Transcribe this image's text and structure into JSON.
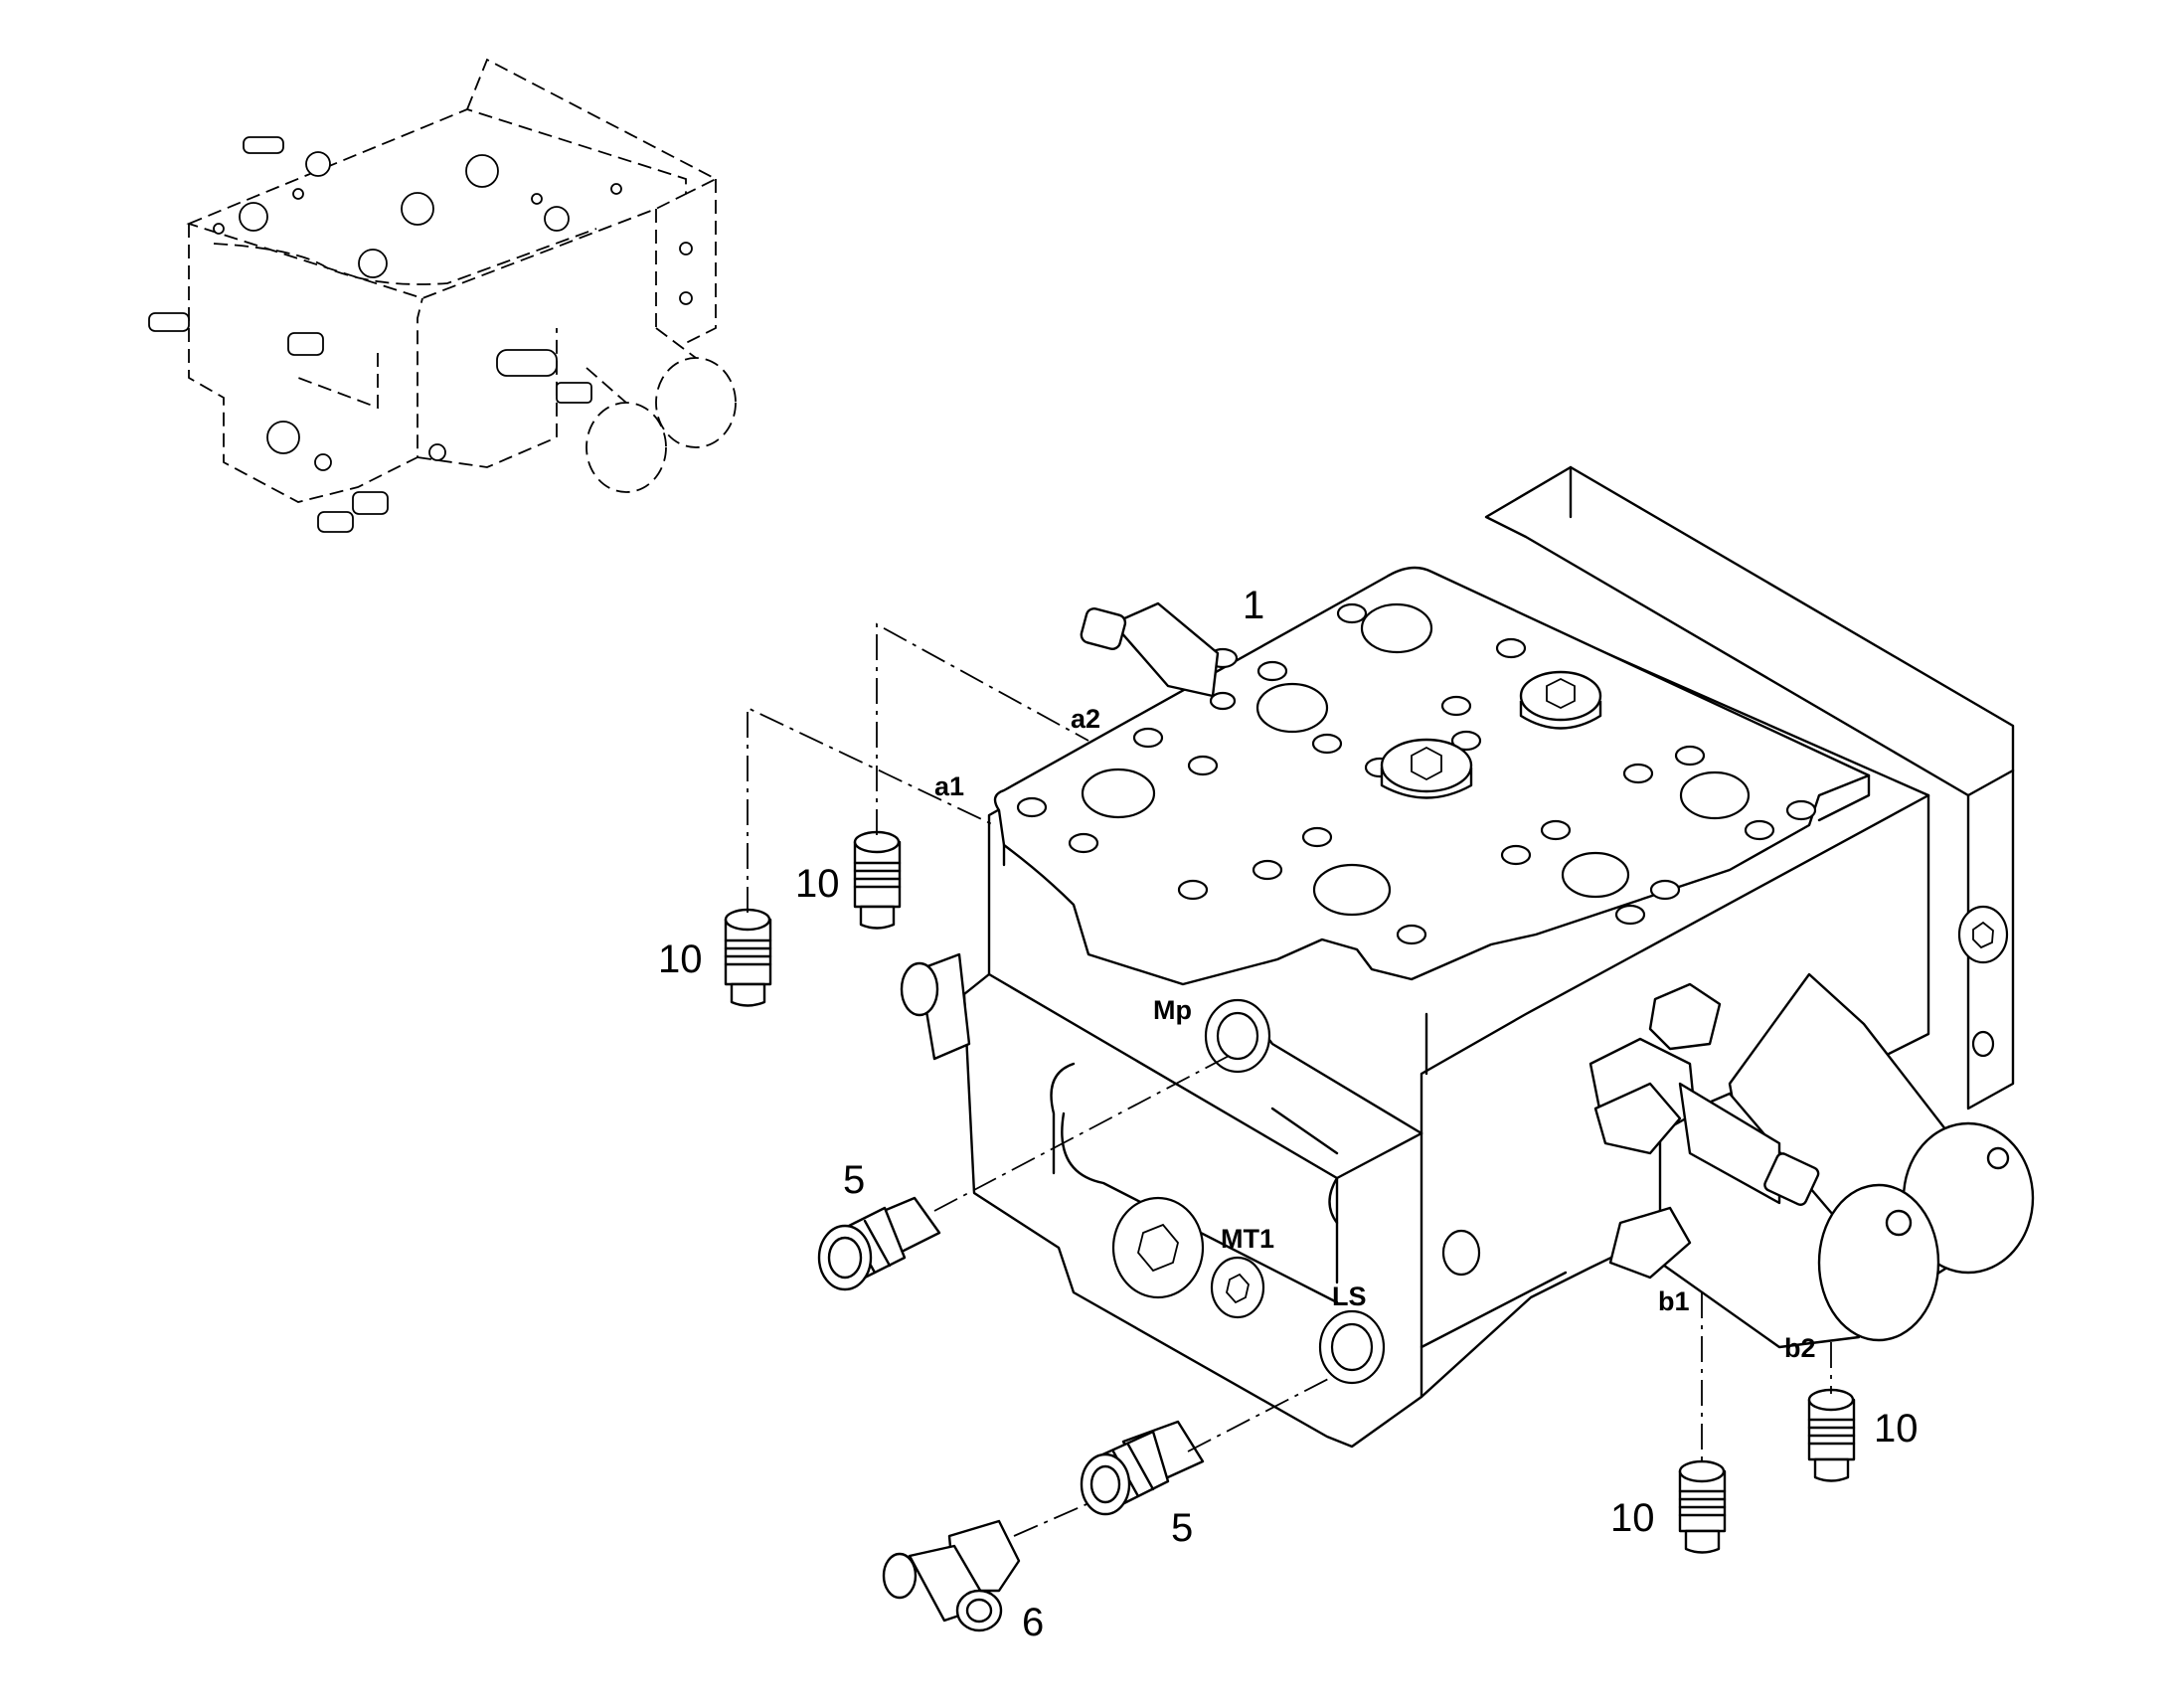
{
  "callouts": {
    "part_1": "1",
    "part_5_upper": "5",
    "part_5_lower": "5",
    "part_6": "6",
    "part_10_a1": "10",
    "part_10_a2": "10",
    "part_10_b1": "10",
    "part_10_b2": "10"
  },
  "ports": {
    "a1": "a1",
    "a2": "a2",
    "mp": "Mp",
    "mt1": "MT1",
    "ls": "LS",
    "b1": "b1",
    "b2": "b2"
  }
}
